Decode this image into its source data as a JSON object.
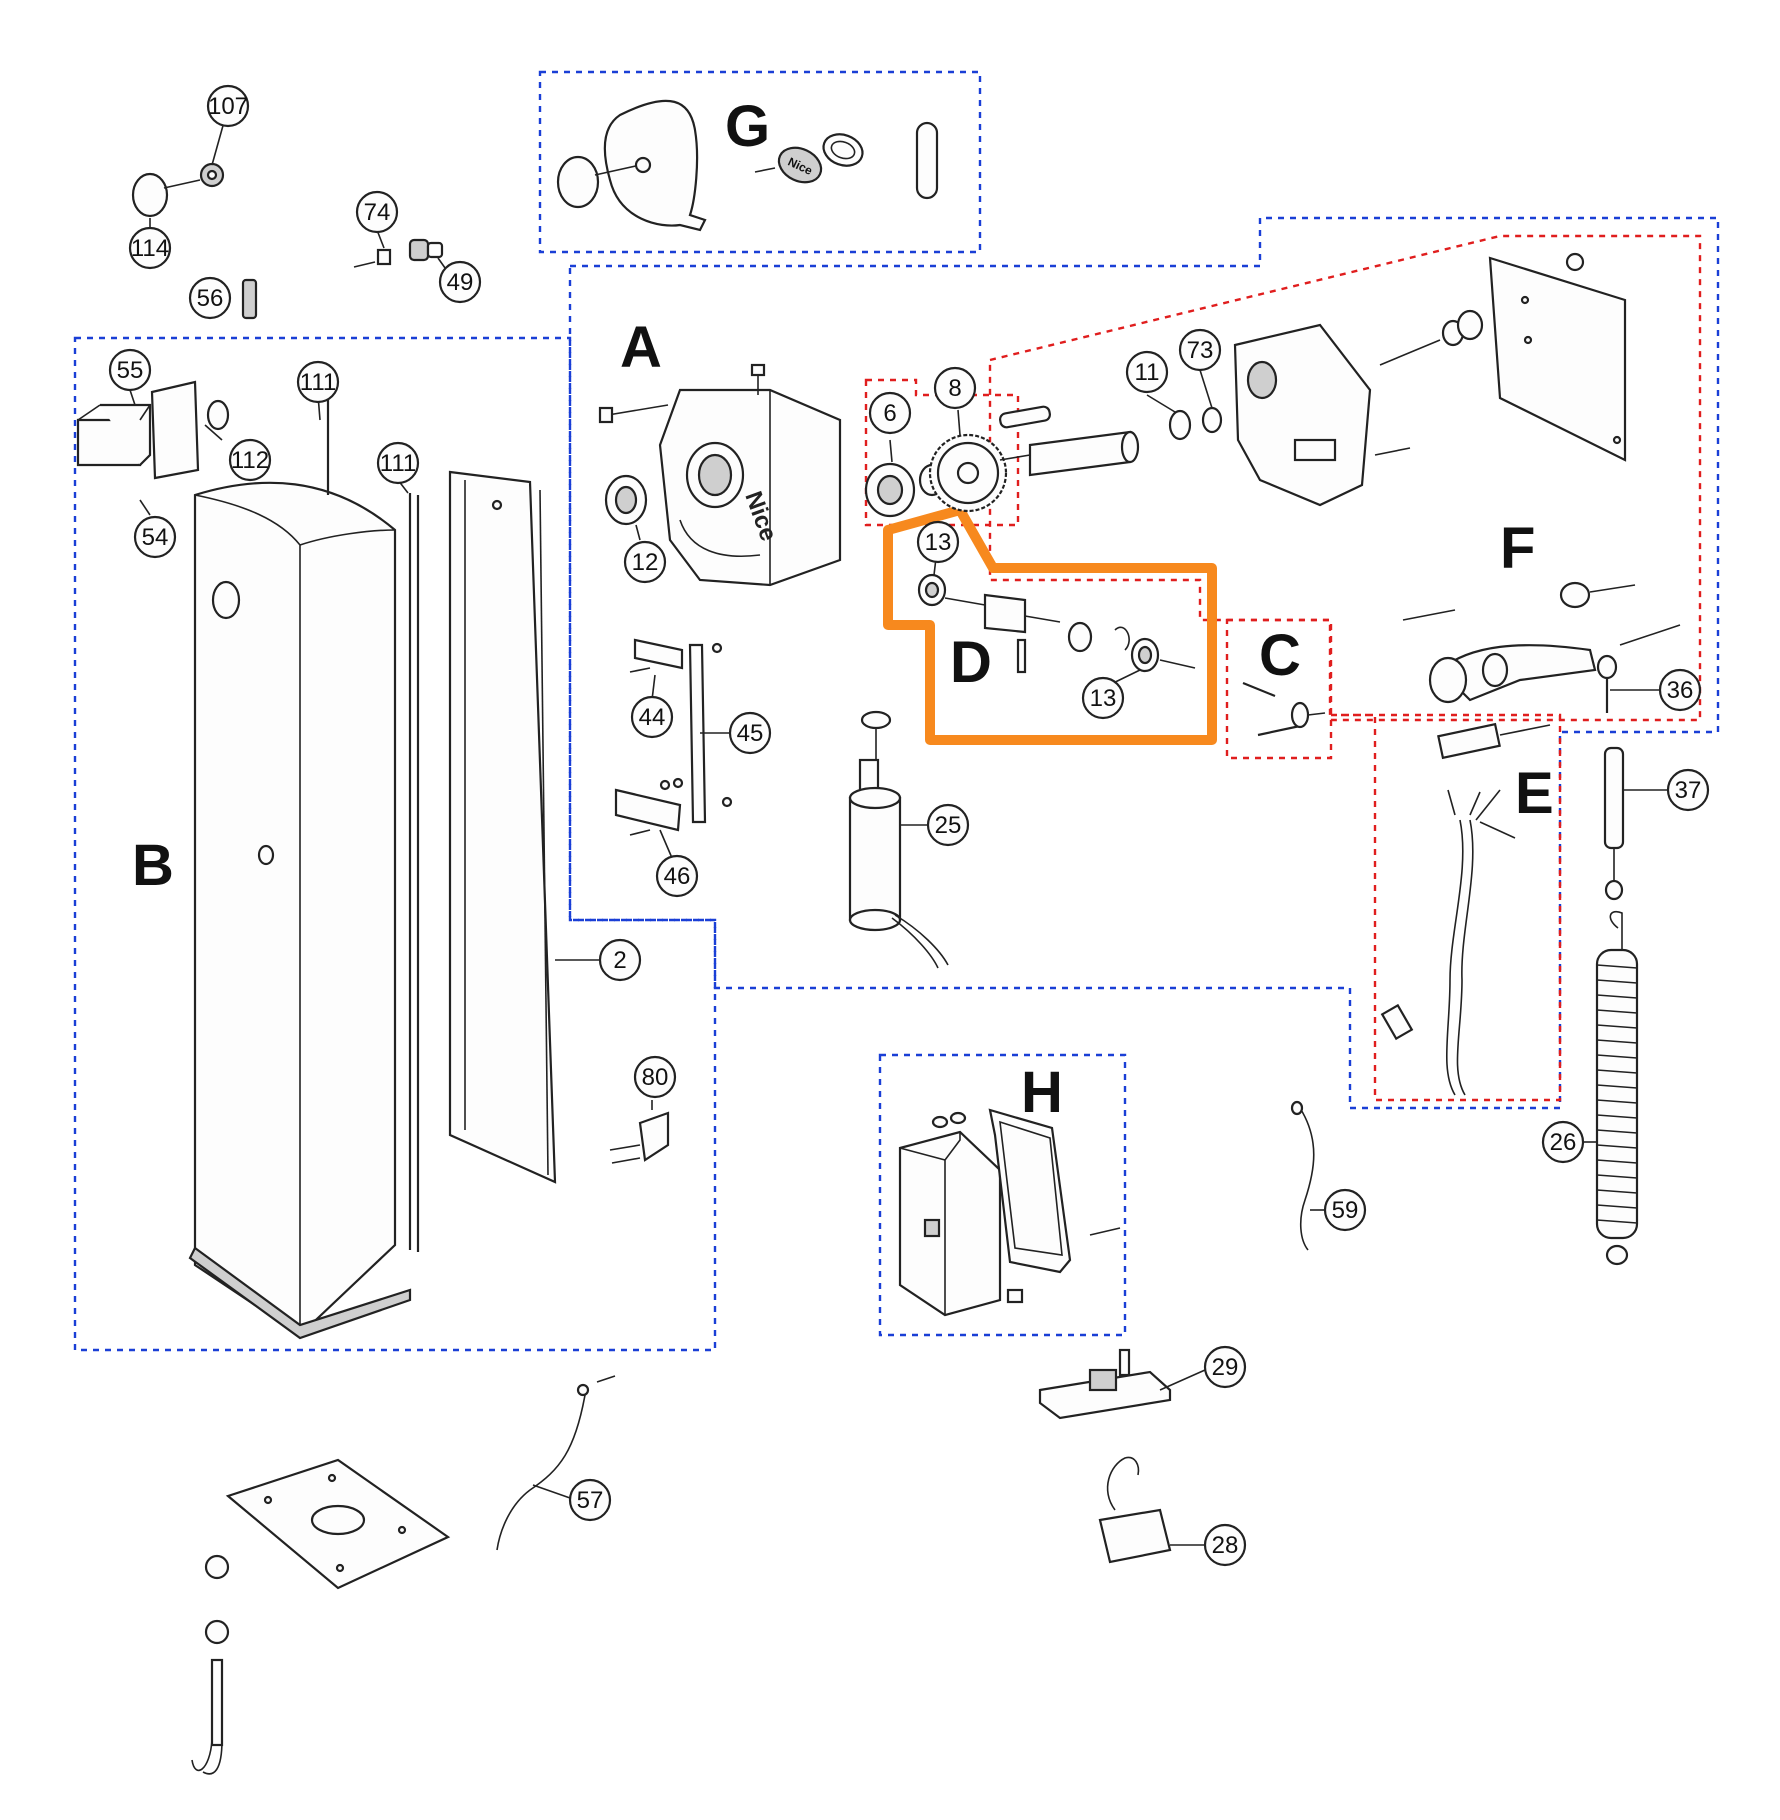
{
  "groups": {
    "A": "A",
    "B": "B",
    "C": "C",
    "D": "D",
    "E": "E",
    "F": "F",
    "G": "G",
    "H": "H"
  },
  "callouts": {
    "107": "107",
    "114": "114",
    "74": "74",
    "49": "49",
    "56": "56",
    "55": "55",
    "112": "112",
    "54": "54",
    "111a": "111",
    "111b": "111",
    "2": "2",
    "80": "80",
    "57": "57",
    "12": "12",
    "6": "6",
    "8": "8",
    "11": "11",
    "73": "73",
    "13a": "13",
    "13b": "13",
    "44": "44",
    "45": "45",
    "46": "46",
    "25": "25",
    "36": "36",
    "37": "37",
    "26": "26",
    "59": "59",
    "29": "29",
    "28": "28"
  },
  "logos": {
    "gearbox_brand": "Nice"
  },
  "colors": {
    "group_outline_blue": "#1a3fd6",
    "subgroup_outline_red": "#e01e1e",
    "highlight_orange": "#f7891e"
  }
}
